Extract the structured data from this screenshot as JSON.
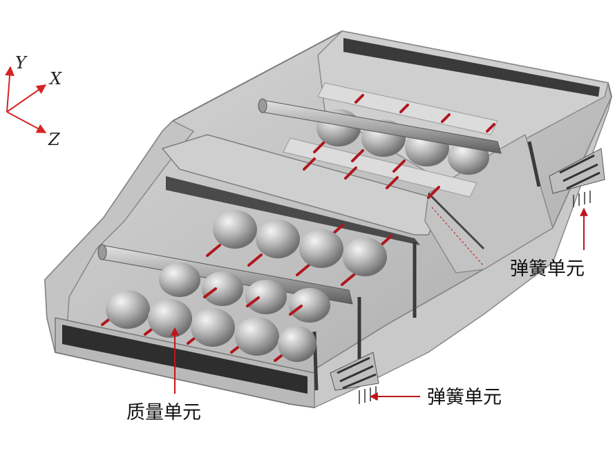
{
  "axes": {
    "y_label": "Y",
    "x_label": "X",
    "z_label": "Z",
    "arrow_color": "#d42424"
  },
  "callouts": {
    "spring_right": "弹簧单元",
    "spring_bottom": "弹簧单元",
    "mass": "质量单元"
  },
  "colors": {
    "body": "#bdbdbd",
    "body_light": "#d6d6d6",
    "body_dark": "#8f8f8f",
    "slot": "#3a3a3a",
    "spring": "#b0161c",
    "mass": "#a9a9a9",
    "leader": "#c0141a"
  }
}
